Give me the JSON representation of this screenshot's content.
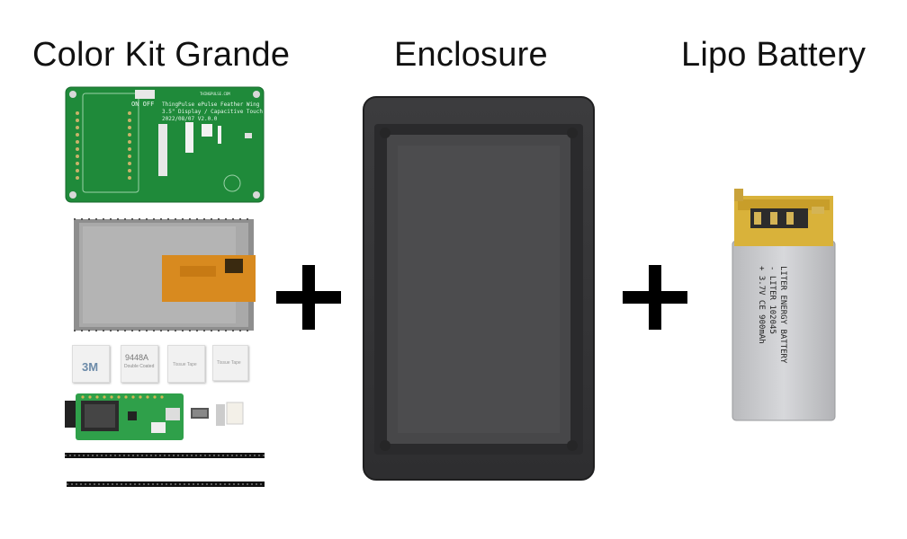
{
  "headings": {
    "kit": "Color Kit Grande",
    "enclosure": "Enclosure",
    "battery": "Lipo Battery"
  },
  "operators": {
    "plus": "+"
  },
  "pcb": {
    "switch_label": "ON OFF",
    "line1": "ThingPulse ePulse Feather Wing",
    "line2": "3.5\" Display / Capacitive Touch",
    "line3": "2022/08/07 V2.0.0",
    "maker": "THINGPULSE.COM"
  },
  "tape_labels": [
    "3M",
    "9448A",
    "Double Coated",
    "Tissue Tape",
    "Tissue Tape"
  ],
  "battery_text": {
    "line1": "LITER ENERGY BATTERY",
    "line2": "- LITER   102045",
    "line3": "+ 3.7V  CE   900mAh"
  },
  "colors": {
    "pcb_green": "#1f8a3a",
    "enclosure": "#333335",
    "battery_gold": "#d9b23a",
    "battery_silver": "#c9cacd"
  }
}
